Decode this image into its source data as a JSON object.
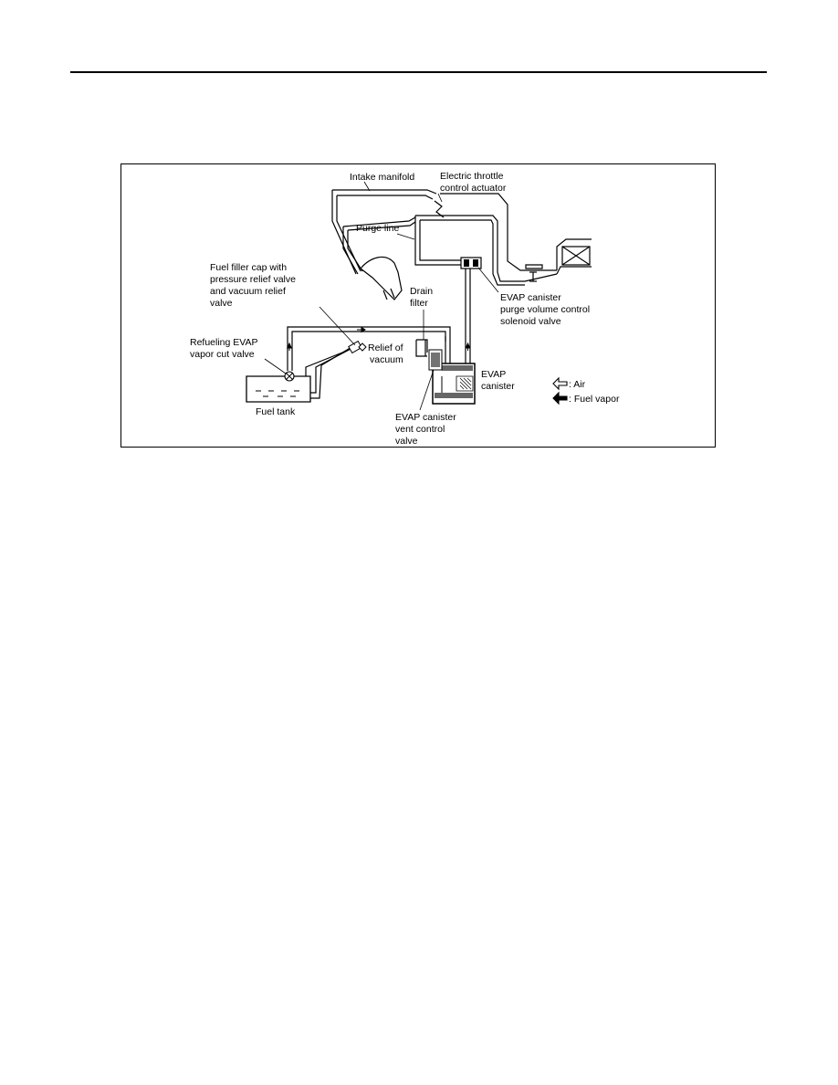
{
  "labels": {
    "intake_manifold": "Intake manifold",
    "electric_throttle": [
      "Electric throttle",
      "control actuator"
    ],
    "purge_line": "Purge line",
    "fuel_filler_cap": [
      "Fuel filler cap with",
      "pressure relief valve",
      "and vacuum relief",
      "valve"
    ],
    "drain_filter": [
      "Drain",
      "filter"
    ],
    "purge_volume_valve": [
      "EVAP canister",
      "purge volume control",
      "solenoid valve"
    ],
    "refueling_valve": [
      "Refueling EVAP",
      "vapor cut valve"
    ],
    "relief_of_vacuum": [
      "Relief of",
      "vacuum"
    ],
    "evap_canister": [
      "EVAP",
      "canister"
    ],
    "fuel_tank": "Fuel tank",
    "vent_control_valve": [
      "EVAP canister",
      "vent control",
      "valve"
    ]
  },
  "legend": {
    "air": ": Air",
    "fuel_vapor": ": Fuel vapor"
  }
}
